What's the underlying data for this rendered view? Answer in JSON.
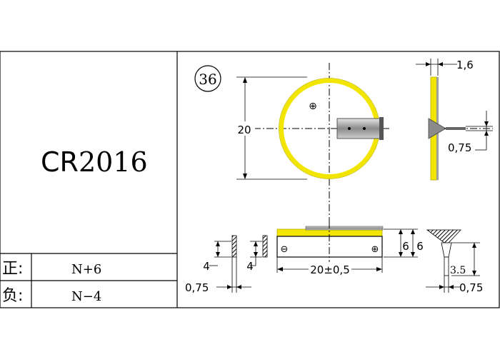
{
  "model": {
    "prefix": "CR",
    "number": "2016"
  },
  "polarity": {
    "positive_label": "正:",
    "positive_value": "N+6",
    "negative_label": "负:",
    "negative_value": "N−4"
  },
  "drawing": {
    "item_number": "36",
    "dims": {
      "diameter_vertical": "20",
      "thickness": "1,6",
      "tab_thickness_side": "0,75",
      "width_bottom": "20±0,5",
      "height_left_a": "6",
      "height_left_b": "6",
      "tab_left_1": "4",
      "tab_left_2": "4",
      "tab_left_thickness": "0,75",
      "tab_right_height": "3.5",
      "tab_right_thickness": "0,75"
    },
    "symbols": {
      "plus": "⊕",
      "minus": "⊖"
    }
  },
  "colors": {
    "ring": "#f2e600",
    "tab_dark": "#6e6e6e",
    "tab_light": "#c8c8c8",
    "line": "#000000"
  }
}
